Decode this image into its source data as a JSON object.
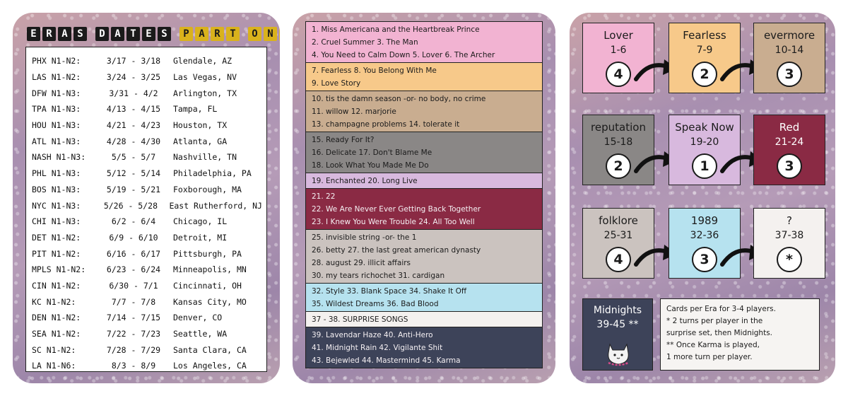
{
  "title_words": [
    {
      "text": "ERAS",
      "color": "#1a1a1a"
    },
    {
      "text": "DATES",
      "color": "#1a1a1a"
    },
    {
      "text": "PART",
      "color": "#d9b21c"
    },
    {
      "text": "ONE",
      "color": "#d9b21c"
    }
  ],
  "dates": [
    {
      "code": "PHX N1-N2:",
      "dates": "3/17 - 3/18",
      "city": "Glendale, AZ"
    },
    {
      "code": "LAS N1-N2:",
      "dates": "3/24 - 3/25",
      "city": "Las Vegas, NV"
    },
    {
      "code": "DFW N1-N3:",
      "dates": "3/31 - 4/2",
      "city": "Arlington, TX"
    },
    {
      "code": "TPA N1-N3:",
      "dates": "4/13 - 4/15",
      "city": "Tampa, FL"
    },
    {
      "code": "HOU N1-N3:",
      "dates": "4/21 - 4/23",
      "city": "Houston, TX"
    },
    {
      "code": "ATL N1-N3:",
      "dates": "4/28 - 4/30",
      "city": "Atlanta, GA"
    },
    {
      "code": "NASH N1-N3:",
      "dates": "5/5 - 5/7",
      "city": "Nashville, TN"
    },
    {
      "code": "PHL N1-N3:",
      "dates": "5/12 - 5/14",
      "city": "Philadelphia, PA"
    },
    {
      "code": "BOS N1-N3:",
      "dates": "5/19 - 5/21",
      "city": "Foxborough, MA"
    },
    {
      "code": "NYC N1-N3:",
      "dates": "5/26 - 5/28",
      "city": "East Rutherford, NJ"
    },
    {
      "code": "CHI N1-N3:",
      "dates": "6/2 - 6/4",
      "city": "Chicago, IL"
    },
    {
      "code": "DET N1-N2:",
      "dates": "6/9 - 6/10",
      "city": "Detroit, MI"
    },
    {
      "code": "PIT N1-N2:",
      "dates": "6/16 - 6/17",
      "city": "Pittsburgh, PA"
    },
    {
      "code": "MPLS N1-N2:",
      "dates": "6/23 - 6/24",
      "city": "Minneapolis, MN"
    },
    {
      "code": "CIN N1-N2:",
      "dates": "6/30 - 7/1",
      "city": "Cincinnati, OH"
    },
    {
      "code": "KC N1-N2:",
      "dates": "7/7 - 7/8",
      "city": "Kansas City, MO"
    },
    {
      "code": "DEN N1-N2:",
      "dates": "7/14 - 7/15",
      "city": "Denver, CO"
    },
    {
      "code": "SEA N1-N2:",
      "dates": "7/22 - 7/23",
      "city": "Seattle, WA"
    },
    {
      "code": "SC N1-N2:",
      "dates": "7/28 - 7/29",
      "city": "Santa Clara, CA"
    },
    {
      "code": "LA N1-N6:",
      "dates": "8/3 - 8/9",
      "city": "Los Angeles, CA"
    }
  ],
  "song_groups": [
    {
      "color": "#f2b3d2",
      "lines": [
        "1. Miss Americana and the Heartbreak Prince",
        "2. Cruel Summer   3. The Man",
        "4. You Need to Calm Down  5. Lover  6. The Archer"
      ]
    },
    {
      "color": "#f7c98a",
      "lines": [
        "7. Fearless   8. You Belong With Me",
        "9. Love Story"
      ]
    },
    {
      "color": "#c9ad90",
      "lines": [
        "10. tis the damn season   -or-   no body, no crime",
        "11. willow   12. marjorie",
        "13. champagne problems   14. tolerate it"
      ]
    },
    {
      "color": "#8a8786",
      "lines": [
        "15. Ready For It?",
        "16. Delicate   17. Don't Blame Me",
        "18. Look What You Made Me Do"
      ]
    },
    {
      "color": "#d8b9de",
      "lines": [
        "19. Enchanted      20. Long Live"
      ]
    },
    {
      "color": "#8a2a44",
      "lines": [
        "21. 22",
        "22. We Are Never Ever Getting Back Together",
        "23. I Knew You Were Trouble    24. All Too Well"
      ]
    },
    {
      "color": "#cbc3bf",
      "lines": [
        "25. invisible string   -or-   the 1",
        "26. betty    27. the last great american dynasty",
        "28. august   29. illicit affairs",
        "30. my tears richochet    31. cardigan"
      ]
    },
    {
      "color": "#b6e2ef",
      "lines": [
        "32. Style   33. Blank Space   34. Shake It Off",
        "35. Wildest Dreams     36. Bad Blood"
      ]
    },
    {
      "color": "#f4f1ef",
      "lines": [
        "37 - 38. SURPRISE SONGS"
      ]
    },
    {
      "color": "#3d4359",
      "lines": [
        "39. Lavendar Haze     40. Anti-Hero",
        "41. Midnight Rain 42. Vigilante Shit",
        "43. Bejewled   44. Mastermind  45. Karma"
      ]
    }
  ],
  "eras": [
    {
      "name": "Lover",
      "range": "1-6",
      "count": "4",
      "color": "#f2b3d2",
      "light_text": false
    },
    {
      "name": "Fearless",
      "range": "7-9",
      "count": "2",
      "color": "#f7c98a",
      "light_text": false
    },
    {
      "name": "evermore",
      "range": "10-14",
      "count": "3",
      "color": "#c9ad90",
      "light_text": false
    },
    {
      "name": "reputation",
      "range": "15-18",
      "count": "2",
      "color": "#8a8786",
      "light_text": false
    },
    {
      "name": "Speak Now",
      "range": "19-20",
      "count": "1",
      "color": "#d8b9de",
      "light_text": false
    },
    {
      "name": "Red",
      "range": "21-24",
      "count": "3",
      "color": "#8a2a44",
      "light_text": true
    },
    {
      "name": "folklore",
      "range": "25-31",
      "count": "4",
      "color": "#cbc3bf",
      "light_text": false
    },
    {
      "name": "1989",
      "range": "32-36",
      "count": "3",
      "color": "#b6e2ef",
      "light_text": false
    },
    {
      "name": "?",
      "range": "37-38",
      "count": "*",
      "color": "#f4f1ef",
      "light_text": false
    }
  ],
  "midnights": {
    "name": "Midnights",
    "range": "39-45 **",
    "color": "#3d4359"
  },
  "notes": [
    "Cards per Era for 3-4 players.",
    "*  2 turns per player in the",
    "     surprise set, then Midnights.",
    "** Once Karma is played,",
    "     1 more turn per player."
  ]
}
